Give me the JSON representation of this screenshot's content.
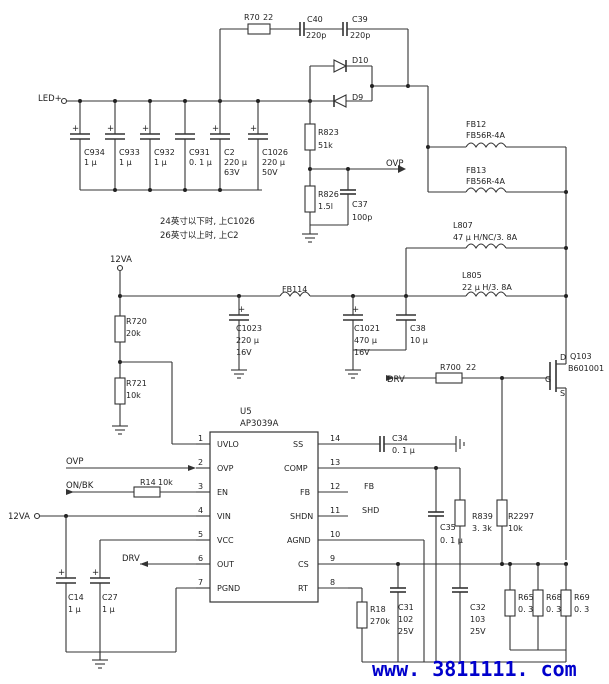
{
  "nets": {
    "led_plus": "LED+",
    "ovp": "OVP",
    "v12va_top": "12VA",
    "v12va_left": "12VA",
    "drv_in": "DRV",
    "drv_out": "DRV",
    "ovp_in": "OVP",
    "on_bk": "ON/BK",
    "fb": "FB",
    "shd": "SHD"
  },
  "output_caps": [
    {
      "ref": "C934",
      "value": "1 μ"
    },
    {
      "ref": "C933",
      "value": "1 μ"
    },
    {
      "ref": "C932",
      "value": "1 μ"
    },
    {
      "ref": "C931",
      "value": "0. 1 μ"
    },
    {
      "ref": "C2",
      "value": "220 μ",
      "voltage": "63V"
    },
    {
      "ref": "C1026",
      "value": "220 μ",
      "voltage": "50V"
    }
  ],
  "note": {
    "line1": "24英寸以下时, 上C1026",
    "line2": "26英寸以上时, 上C2"
  },
  "parts": {
    "r70": {
      "ref": "R70",
      "value": "22"
    },
    "c40": {
      "ref": "C40",
      "value": "220p"
    },
    "c39": {
      "ref": "C39",
      "value": "220p"
    },
    "d10": {
      "ref": "D10"
    },
    "d9": {
      "ref": "D9"
    },
    "r823": {
      "ref": "R823",
      "value": "51k"
    },
    "r826": {
      "ref": "R826",
      "value": "1.5l"
    },
    "c37": {
      "ref": "C37",
      "value": "100p"
    },
    "fb12": {
      "ref": "FB12",
      "value": "FB56R-4A"
    },
    "fb13": {
      "ref": "FB13",
      "value": "FB56R-4A"
    },
    "l807": {
      "ref": "L807",
      "value": "47 μ H/NC/3. 8A"
    },
    "l805": {
      "ref": "L805",
      "value": "22 μ H/3. 8A"
    },
    "fb114": {
      "ref": "FB114"
    },
    "r720": {
      "ref": "R720",
      "value": "20k"
    },
    "r721": {
      "ref": "R721",
      "value": "10k"
    },
    "c1023": {
      "ref": "C1023",
      "value": "220 μ",
      "voltage": "16V"
    },
    "c1021": {
      "ref": "C1021",
      "value": "470 μ",
      "voltage": "16V"
    },
    "c38": {
      "ref": "C38",
      "value": "10 μ"
    },
    "q103": {
      "ref": "Q103",
      "value": "B601001",
      "d": "D",
      "g": "G",
      "s": "S"
    },
    "r700": {
      "ref": "R700",
      "value": "22"
    },
    "c34": {
      "ref": "C34",
      "value": "0. 1 μ"
    },
    "r14": {
      "ref": "R14",
      "value": "10k"
    },
    "r839": {
      "ref": "R839",
      "value": "3. 3k"
    },
    "r2297": {
      "ref": "R2297",
      "value": "10k"
    },
    "c35": {
      "ref": "C35",
      "value": "0. 1 μ"
    },
    "c14": {
      "ref": "C14",
      "value": "1 μ"
    },
    "c27": {
      "ref": "C27",
      "value": "1 μ"
    },
    "r18": {
      "ref": "R18",
      "value": "270k"
    },
    "c31": {
      "ref": "C31",
      "value": "102",
      "voltage": "25V"
    },
    "c32": {
      "ref": "C32",
      "value": "103",
      "voltage": "25V"
    },
    "r65": {
      "ref": "R65",
      "value": "0. 3"
    },
    "r68": {
      "ref": "R68",
      "value": "0. 3"
    },
    "r69": {
      "ref": "R69",
      "value": "0. 3"
    }
  },
  "ic": {
    "ref": "U5",
    "part": "AP3039A",
    "left_pins": [
      {
        "num": "1",
        "name": "UVLO"
      },
      {
        "num": "2",
        "name": "OVP"
      },
      {
        "num": "3",
        "name": "EN"
      },
      {
        "num": "4",
        "name": "VIN"
      },
      {
        "num": "5",
        "name": "VCC"
      },
      {
        "num": "6",
        "name": "OUT"
      },
      {
        "num": "7",
        "name": "PGND"
      }
    ],
    "right_pins": [
      {
        "num": "14",
        "name": "SS"
      },
      {
        "num": "13",
        "name": "COMP"
      },
      {
        "num": "12",
        "name": "FB"
      },
      {
        "num": "11",
        "name": "SHDN"
      },
      {
        "num": "10",
        "name": "AGND"
      },
      {
        "num": "9",
        "name": "CS"
      },
      {
        "num": "8",
        "name": "RT"
      }
    ]
  },
  "watermark": "www. 3811111. com"
}
